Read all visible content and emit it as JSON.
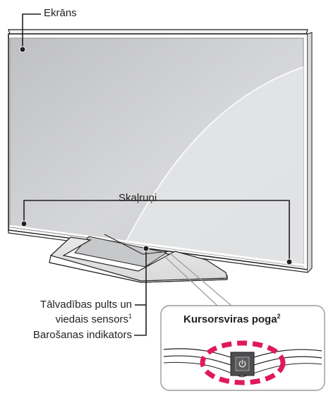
{
  "labels": {
    "screen": "Ekrāns",
    "speakers": "Skaļruņi",
    "remote_line1": "Tālvadības pults un",
    "remote_line2": "viedais sensors",
    "remote_sup": "1",
    "power_indicator": "Barošanas indikators",
    "joystick": "Kursorsviras poga",
    "joystick_sup": "2"
  },
  "icons": {
    "power_button": "power-icon"
  },
  "colors": {
    "callout_line": "#231f20",
    "tv_frame": "#231f20",
    "screen_fill": "#c8c9cb",
    "highlight_ring": "#e0195a",
    "inset_border": "#9a9a9a"
  }
}
